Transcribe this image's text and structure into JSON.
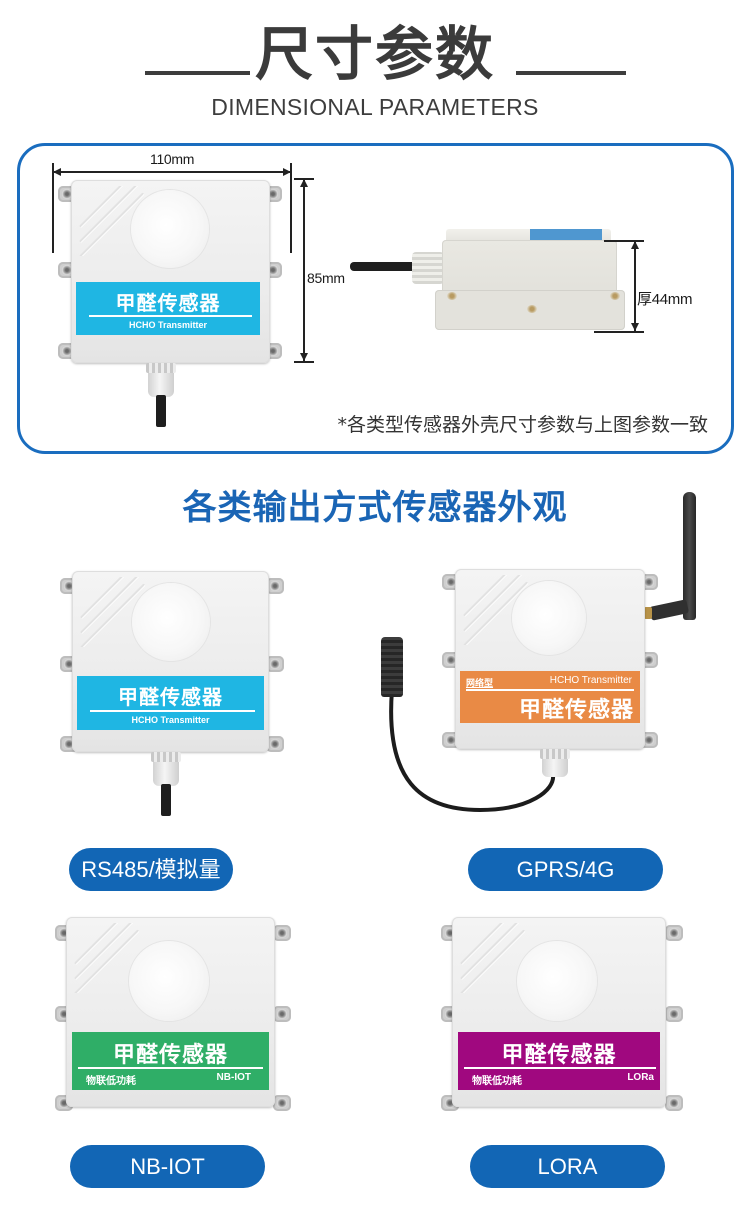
{
  "header": {
    "title": "尺寸参数",
    "subtitle": "DIMENSIONAL PARAMETERS"
  },
  "dimensions": {
    "width_label": "110mm",
    "height_label": "85mm",
    "thickness_label": "厚44mm",
    "note": "*各类型传感器外壳尺寸参数与上图参数一致",
    "front_device": {
      "label_cn": "甲醛传感器",
      "label_en": "HCHO Transmitter",
      "label_color": "#1fb6e3"
    }
  },
  "section": {
    "heading": "各类输出方式传感器外观"
  },
  "variants": [
    {
      "pill_label": "RS485/模拟量",
      "label_cn": "甲醛传感器",
      "label_en": "HCHO Transmitter",
      "label_color": "#1fb6e3"
    },
    {
      "pill_label": "GPRS/4G",
      "label_cn": "甲醛传感器",
      "label_en": "HCHO Transmitter",
      "label_tag": "网络型",
      "label_color": "#e98a45"
    },
    {
      "pill_label": "NB-IOT",
      "label_cn": "甲醛传感器",
      "label_sub_left": "物联低功耗",
      "label_sub_right": "NB-IOT",
      "label_color": "#2fae67"
    },
    {
      "pill_label": "LORA",
      "label_cn": "甲醛传感器",
      "label_sub_left": "物联低功耗",
      "label_sub_right": "LORa",
      "label_color": "#a0087f"
    }
  ],
  "colors": {
    "accent_blue": "#1266b5",
    "frame_blue": "#1a6dbf",
    "title_gray": "#3b3b3b"
  }
}
